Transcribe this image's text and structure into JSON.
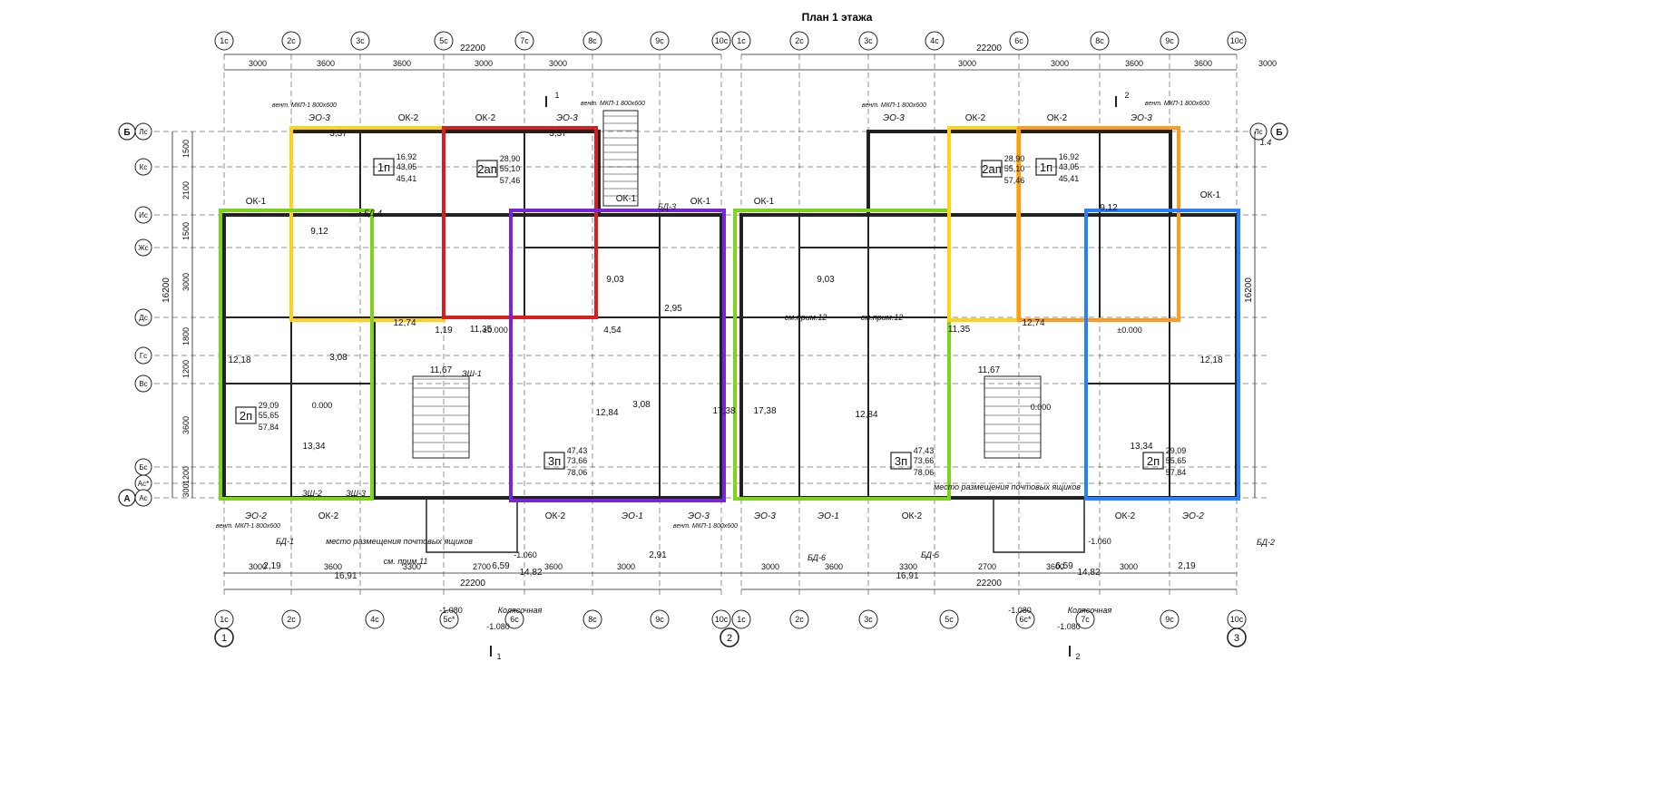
{
  "title": "План 1 этажа",
  "colors": {
    "yellow": "#ffd21a",
    "red": "#d81e1e",
    "green": "#7ed321",
    "purple": "#7a24d9",
    "orange": "#ff9a1a",
    "blue": "#2a7fff"
  },
  "axes_top": [
    "1с",
    "2с",
    "3с",
    "5с",
    "7с",
    "8с",
    "9с",
    "10с",
    "1с",
    "2с",
    "3с",
    "4с",
    "6с",
    "8с",
    "9с",
    "10с"
  ],
  "axes_bottom": [
    "1с",
    "2с",
    "4с",
    "5с*",
    "6с",
    "8с",
    "9с",
    "10с",
    "1с",
    "2с",
    "3с",
    "5с",
    "6с*",
    "7с",
    "9с",
    "10с"
  ],
  "section_numbers": [
    "1",
    "2",
    "3"
  ],
  "axes_left": [
    "Лс",
    "Кс",
    "Ис",
    "Жс",
    "Дс",
    "Гс",
    "Вс",
    "Бс",
    "Ас*",
    "Ас"
  ],
  "axis_right": "Лс",
  "section_markers": [
    "Б",
    "А",
    "Б"
  ],
  "overall_dims": [
    "22200",
    "22200",
    "22200",
    "22200",
    "16200",
    "16200"
  ],
  "dims_top": [
    "3000",
    "3600",
    "3600",
    "3000",
    "3000",
    "3000",
    "3000",
    "3600",
    "3600",
    "3000"
  ],
  "dims_bottom": [
    "3000",
    "3600",
    "3300",
    "2700",
    "3600",
    "3000",
    "3000",
    "3600",
    "3300",
    "2700",
    "3600",
    "3000"
  ],
  "dims_left": [
    "1500",
    "2100",
    "1500",
    "3000",
    "1800",
    "1200",
    "3600",
    "1200",
    "300"
  ],
  "cut_labels": [
    "1",
    "1",
    "2",
    "2"
  ],
  "window_labels": [
    "ОК-2",
    "ОК-2",
    "ОК-1",
    "ОК-1",
    "ОК-1",
    "ОК-1",
    "ОК-2",
    "ОК-2",
    "ОК-1",
    "ОК-2",
    "ОК-2",
    "ОК-2",
    "ОК-2"
  ],
  "door_labels": [
    "ЭО-3",
    "ЭО-3",
    "ЭО-3",
    "ЭО-3",
    "ЭО-2",
    "ЭО-1",
    "ЭО-3",
    "ЭО-3",
    "ЭО-1",
    "ЭО-2"
  ],
  "shaft_labels": [
    "вент. МКП-1 800х600",
    "вент. МКП-1 800х600",
    "вент. МКП-1 800х600",
    "вент. МКП-1 800х600",
    "вент. МКП-1 800х600",
    "вент. МКП-1 800х600"
  ],
  "apartments": [
    {
      "type": "1п",
      "areas": [
        "16,92",
        "43,05",
        "45,41"
      ]
    },
    {
      "type": "2ап",
      "areas": [
        "28,90",
        "55,10",
        "57,46"
      ]
    },
    {
      "type": "2п",
      "areas": [
        "29,09",
        "55,65",
        "57,84"
      ]
    },
    {
      "type": "3п",
      "areas": [
        "47,43",
        "73,66",
        "78,06"
      ]
    },
    {
      "type": "3п",
      "areas": [
        "47,43",
        "73,66",
        "78,06"
      ]
    },
    {
      "type": "2ап",
      "areas": [
        "28,90",
        "55,10",
        "57,46"
      ]
    },
    {
      "type": "1п",
      "areas": [
        "16,92",
        "43,05",
        "45,41"
      ]
    },
    {
      "type": "2п",
      "areas": [
        "29,09",
        "55,65",
        "57,84"
      ]
    }
  ],
  "room_areas": [
    "9,12",
    "12,74",
    "11,35",
    "9,03",
    "12,18",
    "13,34",
    "16,91",
    "12,84",
    "17,38",
    "17,38",
    "12,84",
    "16,91",
    "13,34",
    "12,18",
    "9,03",
    "11,35",
    "12,74",
    "9,12",
    "3,08",
    "3,08",
    "1,19",
    "4,54",
    "2,95",
    "2,19",
    "2,91",
    "3,37",
    "3,37",
    "2,19",
    "11,67",
    "11,67",
    "6,59",
    "14,82",
    "6,59",
    "14,82"
  ],
  "levels": [
    "±0.000",
    "±0.000",
    "0.000",
    "0.000",
    "-1.060",
    "-1.060",
    "-1.080",
    "-1.080",
    "-1.080",
    "-1.080"
  ],
  "notes": [
    "см.прим.12",
    "см.прим.12",
    "место размещения почтовых ящиков",
    "см. прим.11",
    "место размещения почтовых ящиков",
    "Колясочная",
    "Колясочная",
    "БД-4",
    "БД-3",
    "БД-6",
    "БД-5",
    "БД-2",
    "БД-1",
    "ЗШ-2",
    "ЗШ-3",
    "ЗШ-1",
    "1.4"
  ]
}
